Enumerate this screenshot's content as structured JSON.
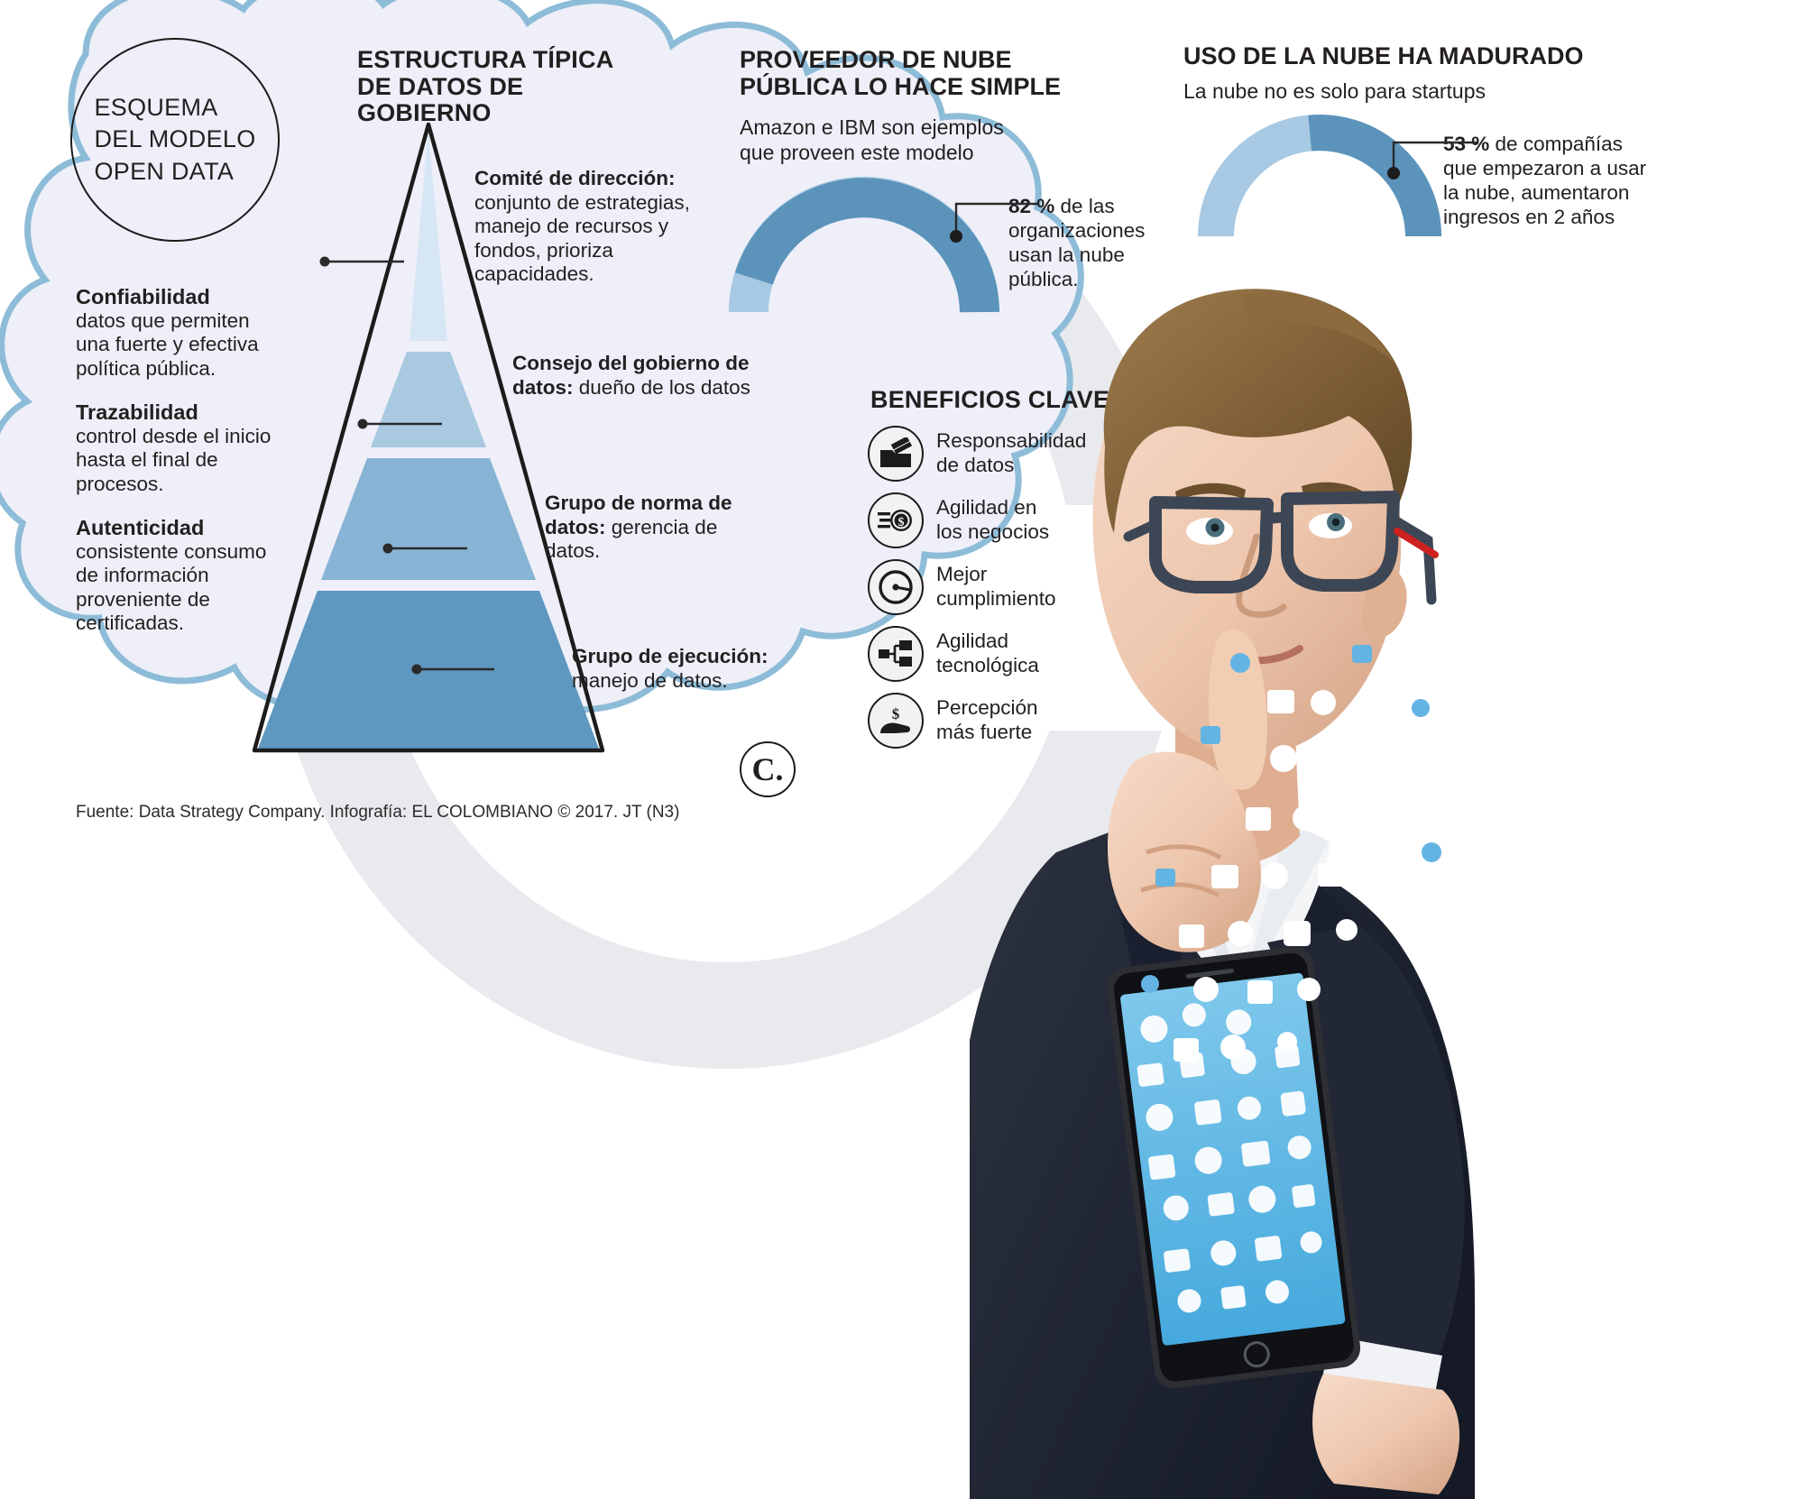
{
  "title_oval": {
    "lines": [
      "ESQUEMA",
      "DEL MODELO",
      "OPEN DATA"
    ],
    "full": "ESQUEMA DEL MODELO OPEN DATA"
  },
  "principles": [
    {
      "term": "Confiabilidad",
      "definition": "datos que permiten una fuerte y efectiva política pública."
    },
    {
      "term": "Trazabilidad",
      "definition": "control desde el inicio hasta el final de procesos."
    },
    {
      "term": "Autenticidad",
      "definition": "consistente consumo de información proveniente de certificadas."
    }
  ],
  "pyramid": {
    "title": "ESTRUCTURA TÍPICA DE DATOS DE GOBIERNO",
    "title_line1": "ESTRUCTURA TÍPICA",
    "title_line2": "DE DATOS DE GOBIERNO",
    "levels": [
      {
        "term": "Comité de dirección:",
        "definition": " conjunto de estrategias, manejo de recursos y fondos, prioriza capacidades.",
        "color": "#d6e6f5"
      },
      {
        "term": "Consejo del gobierno de datos:",
        "definition": " dueño de los datos",
        "color": "#a8c9e0"
      },
      {
        "term": "Grupo de norma de datos:",
        "definition": " gerencia de datos.",
        "color": "#87b4d4"
      },
      {
        "term": "Grupo de ejecución:",
        "definition": " manejo de datos.",
        "color": "#5e97bf"
      }
    ]
  },
  "source": "Fuente: Data Strategy Company. Infografía: EL COLOMBIANO © 2017. JT (N3)",
  "logo": "C.",
  "middle": {
    "title_line1": "PROVEEDOR DE NUBE",
    "title_line2": "PÚBLICA LO HACE SIMPLE",
    "title": "PROVEEDOR DE NUBE PÚBLICA LO HACE SIMPLE",
    "subtitle_line1": "Amazon e IBM son ejemplos",
    "subtitle_line2": "que proveen este modelo",
    "subtitle": "Amazon e IBM son ejemplos que proveen este modelo",
    "callout_value": "82 %",
    "callout_text": " de las organizaciones usan la nube pública."
  },
  "right": {
    "title": "USO DE LA NUBE HA MADURADO",
    "subtitle": "La nube no es solo para startups",
    "callout_value": "53 %",
    "callout_text": " de compañías que empezaron a usar la nube, aumentaron ingresos en 2 años"
  },
  "benefits": {
    "title": "BENEFICIOS CLAVE",
    "items": [
      {
        "label_line1": "Responsabilidad",
        "label_line2": "de datos",
        "label": "Responsabilidad de datos",
        "icon": "folder-data-icon"
      },
      {
        "label_line1": "Agilidad en",
        "label_line2": "los negocios",
        "label": "Agilidad en los negocios",
        "icon": "fast-money-icon"
      },
      {
        "label_line1": "Mejor",
        "label_line2": "cumplimiento",
        "label": "Mejor cumplimiento",
        "icon": "gauge-icon"
      },
      {
        "label_line1": "Agilidad",
        "label_line2": "tecnológica",
        "label": "Agilidad tecnológica",
        "icon": "network-nodes-icon"
      },
      {
        "label_line1": "Percepción",
        "label_line2": "más fuerte",
        "label": "Percepción más fuerte",
        "icon": "hand-money-icon"
      }
    ]
  },
  "chart_data": [
    {
      "type": "pie",
      "title": "PROVEEDOR DE NUBE PÚBLICA LO HACE SIMPLE",
      "subtitle": "Amazon e IBM son ejemplos que proveen este modelo",
      "style": "half-donut gauge",
      "categories": [
        "usan la nube pública",
        "resto"
      ],
      "values": [
        82,
        18
      ],
      "unit": "%",
      "colors": [
        "#5b93bb",
        "#a7c9e3"
      ],
      "annotation": "82 % de las organizaciones usan la nube pública.",
      "legend": "none"
    },
    {
      "type": "pie",
      "title": "USO DE LA NUBE HA MADURADO",
      "subtitle": "La nube no es solo para startups",
      "style": "half-donut gauge",
      "categories": [
        "aumentaron ingresos en 2 años",
        "resto"
      ],
      "values": [
        53,
        47
      ],
      "unit": "%",
      "colors": [
        "#5b93bb",
        "#a7c9e3"
      ],
      "annotation": "53 % de compañías que empezaron a usar la nube, aumentaron ingresos en 2 años",
      "legend": "none"
    },
    {
      "type": "bar",
      "title": "ESTRUCTURA TÍPICA DE DATOS DE GOBIERNO",
      "style": "pyramid, 4 tiers top to bottom",
      "categories": [
        "Comité de dirección",
        "Consejo del gobierno de datos",
        "Grupo de norma de datos",
        "Grupo de ejecución"
      ],
      "values": [
        1,
        2,
        3,
        4
      ],
      "ylabel": "",
      "xlabel": "",
      "colors": [
        "#d6e6f5",
        "#a8c9e0",
        "#87b4d4",
        "#5e97bf"
      ]
    }
  ],
  "colors": {
    "cloud_fill": "#eeeff8",
    "cloud_stroke": "#8dbcd8",
    "bg_swoosh": "#e9eaee",
    "accent_dark": "#5b93bb",
    "accent_light": "#a7c9e3",
    "tie_red": "#d7232b",
    "ink": "#231f20"
  }
}
